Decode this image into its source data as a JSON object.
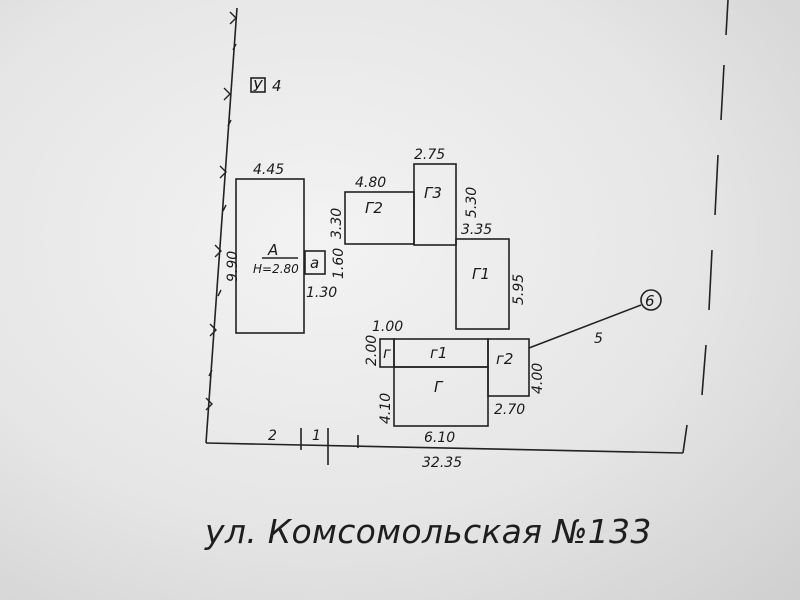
{
  "marker": {
    "symbol": "У",
    "number": "4"
  },
  "buildings": {
    "A": {
      "label": "A",
      "height": "H=2.80",
      "width": "4.45",
      "length": "9.90"
    },
    "a": {
      "label": "a",
      "dim_vertical": "1.60",
      "dim_bottom": "1.30"
    },
    "G2": {
      "label": "Г2",
      "width": "4.80",
      "depth": "3.30"
    },
    "G3": {
      "label": "Г3",
      "width": "2.75",
      "length": "5.30"
    },
    "G1": {
      "label": "Г1",
      "width": "3.35",
      "length": "5.95"
    },
    "g": {
      "label": "г",
      "width": "1.00",
      "depth": "2.00"
    },
    "g1": {
      "label": "г1"
    },
    "g2": {
      "label": "г2",
      "depth": "4.00",
      "width": "2.70"
    },
    "G": {
      "label": "Г",
      "depth": "4.10",
      "width": "6.10"
    }
  },
  "boundary": {
    "front_total": "32.35",
    "seg1": "2",
    "seg2": "1",
    "point_number": "6",
    "line_length": "5"
  },
  "street_label": "ул. Комсомольская №133"
}
